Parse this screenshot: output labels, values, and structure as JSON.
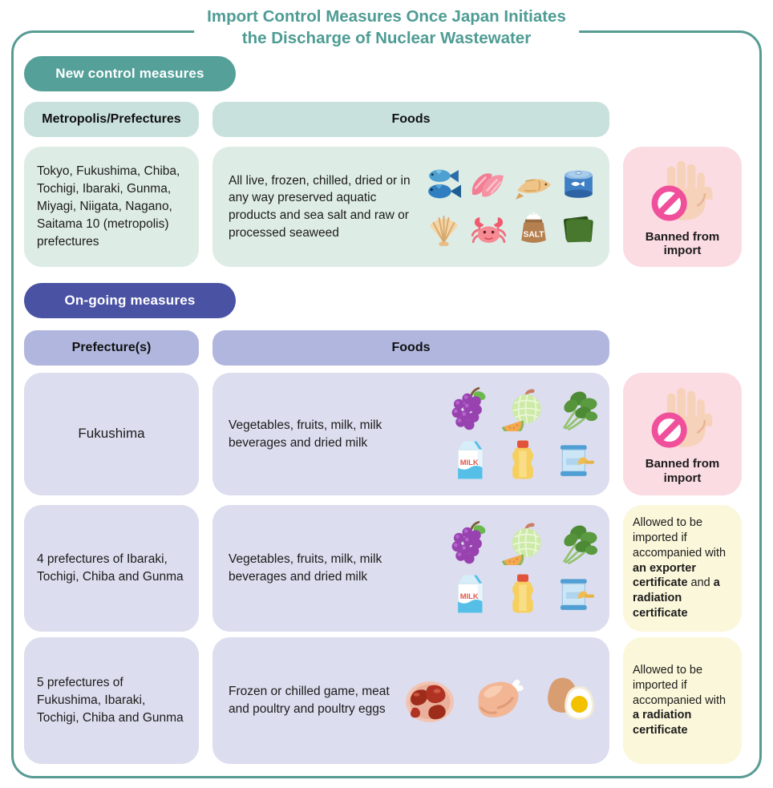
{
  "title": {
    "line1": "Import Control Measures Once Japan Initiates",
    "line2": "the Discharge of Nuclear Wastewater"
  },
  "colors": {
    "teal": "#4E9C94",
    "teal_border": "#579B95",
    "teal_badge": "#55A099",
    "mint_header": "#C8E1DD",
    "mint_cell": "#DEECE6",
    "indigo_badge": "#4A52A4",
    "lavender_header": "#B1B6DE",
    "lavender_cell": "#DCDDEE",
    "pink_box": "#FBDCE3",
    "cream_box": "#FBF7DA",
    "prohibition_pink": "#F0509B"
  },
  "section_new": {
    "badge": "New control measures",
    "col1_header": "Metropolis/Prefectures",
    "col2_header": "Foods",
    "row": {
      "region": "Tokyo, Fukushima, Chiba, Tochigi, Ibaraki, Gunma, Miyagi, Niigata, Nagano, Saitama 10 (metropolis) prefectures",
      "foods_text": "All live, frozen, chilled, dried or in any way preserved aquatic products and sea salt and raw or processed seaweed",
      "food_icons": [
        "blue-fish",
        "salmon-fillet",
        "dried-fish",
        "canned-fish",
        "seashell",
        "crab",
        "salt-bag",
        "seaweed"
      ],
      "status_icon": "stop-hand",
      "status_text": "Banned from import"
    }
  },
  "section_ongoing": {
    "badge": "On-going measures",
    "col1_header": "Prefecture(s)",
    "col2_header": "Foods",
    "rows": [
      {
        "region": "Fukushima",
        "foods_text": "Vegetables, fruits, milk, milk beverages and dried milk",
        "food_icons": [
          "grapes",
          "melon",
          "leafy-greens",
          "milk-carton",
          "juice-bottle",
          "milk-powder-can"
        ],
        "status_icon": "stop-hand",
        "status_text": "Banned from import"
      },
      {
        "region": "4 prefectures of Ibaraki, Tochigi, Chiba and Gunma",
        "foods_text": "Vegetables, fruits, milk, milk beverages and dried milk",
        "food_icons": [
          "grapes",
          "melon",
          "leafy-greens",
          "milk-carton",
          "juice-bottle",
          "milk-powder-can"
        ],
        "status_segments": [
          {
            "t": "Allowed to be imported if accompanied with ",
            "b": false
          },
          {
            "t": "an exporter certificate",
            "b": true
          },
          {
            "t": " and ",
            "b": false
          },
          {
            "t": "a radiation certificate",
            "b": true
          }
        ]
      },
      {
        "region": "5 prefectures of Fukushima, Ibaraki, Tochigi, Chiba and Gunma",
        "foods_text": "Frozen or chilled game, meat and poultry and poultry eggs",
        "food_icons": [
          "meat",
          "poultry",
          "eggs"
        ],
        "status_segments": [
          {
            "t": "Allowed to be imported if accompanied with ",
            "b": false
          },
          {
            "t": "a radiation certificate",
            "b": true
          }
        ]
      }
    ]
  }
}
